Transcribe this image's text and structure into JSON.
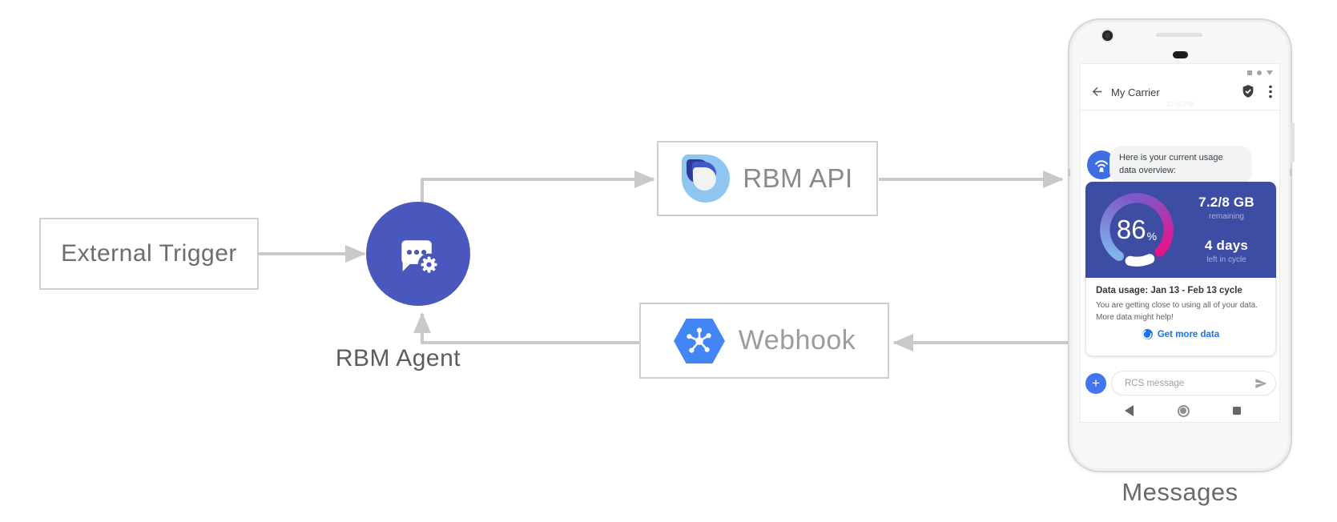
{
  "diagram": {
    "external_trigger": "External Trigger",
    "rbm_agent": "RBM Agent",
    "rbm_api": "RBM API",
    "webhook": "Webhook",
    "phone_caption": "Messages"
  },
  "phone": {
    "header": {
      "title": "My Carrier"
    },
    "conversation": {
      "timestamp": "12:30 PM",
      "agent_message": "Here is your current usage data overview:",
      "usage_card": {
        "percent": "86",
        "percent_unit": "%",
        "remaining_value": "7.2/8 GB",
        "remaining_label": "remaining",
        "cycle_value": "4 days",
        "cycle_label": "left in cycle",
        "title": "Data usage: Jan 13 - Feb 13 cycle",
        "description": "You are getting close to using all of your data. More data might help!",
        "action_label": "Get more data"
      }
    },
    "composer": {
      "plus": "+",
      "placeholder": "RCS message"
    }
  },
  "colors": {
    "agent_circle": "#4a58bd",
    "card_blue": "#3d4da3",
    "hexagon_blue": "#4285f4",
    "gauge_light_blue": "#7fb3ea",
    "gauge_purple": "#7e57c8",
    "gauge_pink": "#e5148c",
    "link_blue": "#1a73e8",
    "connector_gray": "#c9c9c9"
  }
}
